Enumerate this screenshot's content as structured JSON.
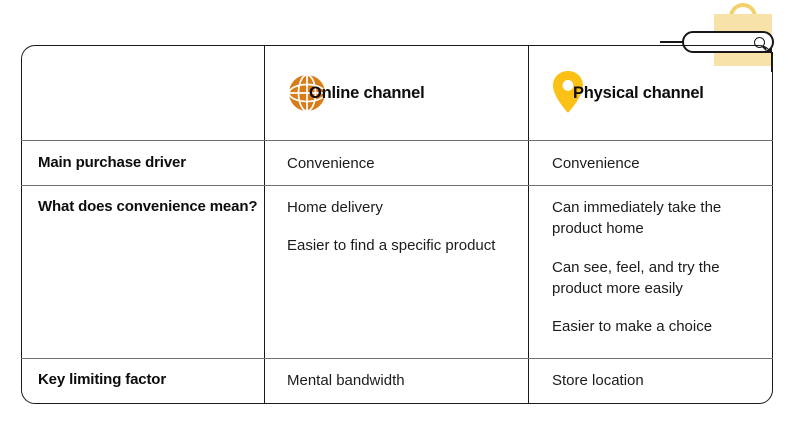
{
  "decoration": {
    "shopping_bag_icon": "shopping-bag-icon",
    "search_bar_icon": "search-icon",
    "bag_color": "#F7E2A9",
    "bag_handle_color": "#F4CF6B",
    "bag_band_color": "#17161A"
  },
  "table": {
    "columns": [
      {
        "key": "attribute",
        "label": "",
        "icon": ""
      },
      {
        "key": "online",
        "label": "Online channel",
        "icon": "globe-icon",
        "icon_color": "#D97B17"
      },
      {
        "key": "physical",
        "label": "Physical channel",
        "icon": "map-pin-icon",
        "icon_color": "#FBC116"
      }
    ],
    "rows": [
      {
        "label": "Main purchase driver",
        "online": [
          "Convenience"
        ],
        "physical": [
          "Convenience"
        ]
      },
      {
        "label": "What does convenience mean?",
        "online": [
          "Home delivery",
          "Easier to find a specific product"
        ],
        "physical": [
          "Can immediately take the product home",
          "Can see, feel, and try the product more easily",
          "Easier to make a choice"
        ]
      },
      {
        "label": "Key limiting factor",
        "online": [
          "Mental bandwidth"
        ],
        "physical": [
          "Store location"
        ]
      }
    ]
  },
  "colors": {
    "border": "#1a1a1a",
    "row_divider": "#6f6f6f",
    "text": "#1c1c1c",
    "background": "#ffffff"
  }
}
